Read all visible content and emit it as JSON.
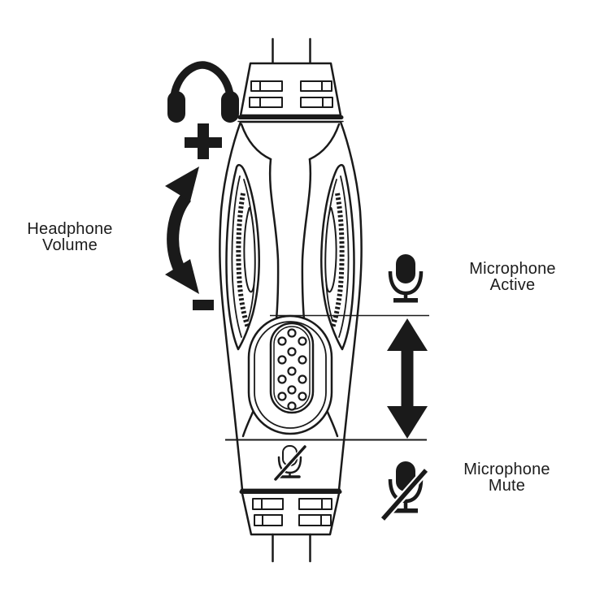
{
  "diagram": {
    "type": "headset-inline-remote-instructions",
    "labels": {
      "headphone_volume": {
        "line1": "Headphone",
        "line2": "Volume"
      },
      "microphone_active": {
        "line1": "Microphone",
        "line2": "Active"
      },
      "microphone_mute": {
        "line1": "Microphone",
        "line2": "Mute"
      }
    },
    "symbols": {
      "volume_up": "+",
      "volume_down": "−",
      "headphones_icon": "headphones",
      "rotate_arrow": "curved-double-arrow",
      "slide_arrow": "vertical-double-arrow",
      "mic_active_icon": "microphone",
      "mic_mute_icon": "microphone-slash"
    },
    "colors": {
      "ink": "#1a1a1a",
      "background": "#ffffff"
    }
  }
}
